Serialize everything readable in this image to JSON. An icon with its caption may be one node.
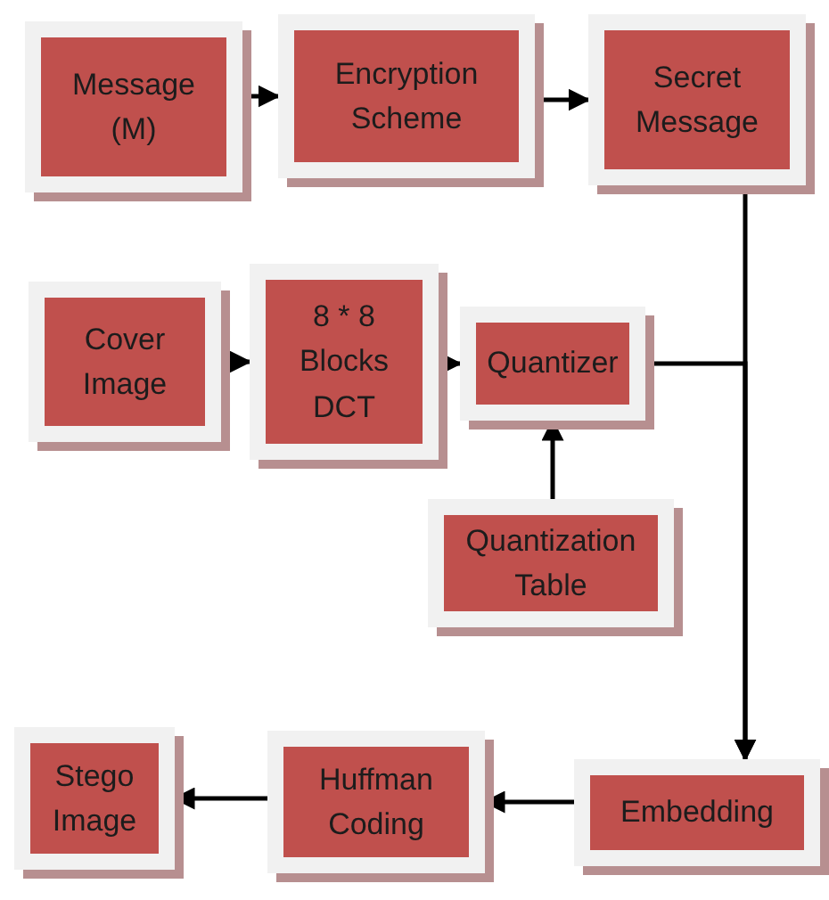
{
  "diagram": {
    "nodes": [
      {
        "text": [
          "Message (M)"
        ]
      },
      {
        "text": [
          "Encryption Scheme"
        ]
      },
      {
        "text": [
          "Secret Message"
        ]
      },
      {
        "text": [
          "Cover Image"
        ]
      },
      {
        "text": [
          "8 * 8 Blocks DCT"
        ]
      },
      {
        "text": [
          "Quantizer"
        ]
      },
      {
        "text": [
          "Quantization Table"
        ]
      },
      {
        "text": [
          "Stego Image"
        ]
      },
      {
        "text": [
          "Huffman Coding"
        ]
      },
      {
        "text": [
          "Embedding"
        ]
      }
    ],
    "edges": [
      {
        "from": 0,
        "to": 1,
        "arrow": "to"
      },
      {
        "from": 1,
        "to": 2,
        "arrow": "to"
      },
      {
        "from": 3,
        "to": 4,
        "arrow": "to"
      },
      {
        "from": 4,
        "to": 5,
        "arrow": "to"
      },
      {
        "from": 6,
        "to": 5,
        "arrow": "to"
      },
      {
        "from": 2,
        "to": 9,
        "arrow": "to"
      },
      {
        "from": 5,
        "to": 9,
        "arrow": "to"
      },
      {
        "from": 9,
        "to": 8,
        "arrow": "to"
      },
      {
        "from": 8,
        "to": 7,
        "arrow": "to"
      }
    ]
  }
}
